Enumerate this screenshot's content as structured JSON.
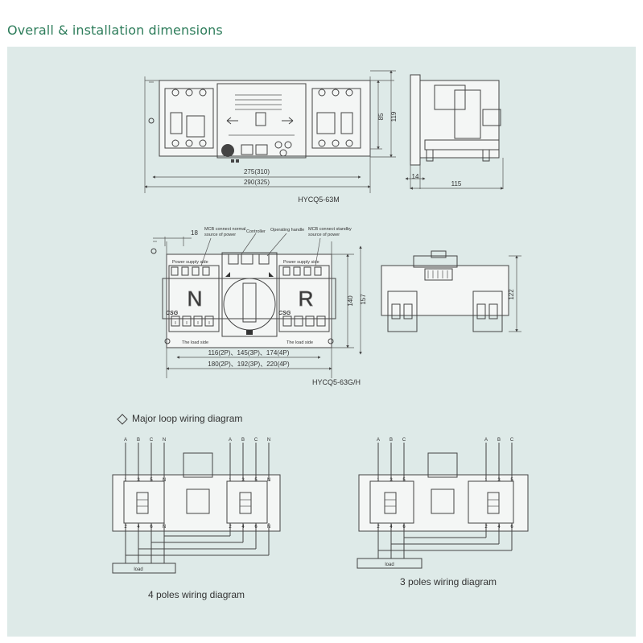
{
  "page": {
    "title": "Overall & installation dimensions"
  },
  "m_model": {
    "dim_width_inner": "275(310)",
    "dim_width_outer": "290(325)",
    "dim_height_85": "85",
    "dim_height_119": "119",
    "dim_side_14": "14",
    "dim_side_115": "115",
    "model_label": "HYCQ5-63M"
  },
  "gh_model": {
    "label_mcb_normal": [
      "MCB connect normal",
      "source of power"
    ],
    "label_controller": "Controller",
    "label_operating_handle": "Operating handle",
    "label_mcb_standby": [
      "MCB connect standby",
      "source of power"
    ],
    "label_power_supply_left": "Power supply side",
    "label_power_supply_right": "Power supply side",
    "letter_n": "N",
    "letter_r": "R",
    "brand": "CSG",
    "label_load_side": "The load side",
    "dim_18": "18",
    "dim_140": "140",
    "dim_157": "157",
    "dim_122": "122",
    "dim_width_inner": "116(2P)、145(3P)、174(4P)",
    "dim_width_outer": "180(2P)、192(3P)、220(4P)",
    "model_label": "HYCQ5-63G/H"
  },
  "wiring": {
    "section_title": "Major loop wiring diagram",
    "four_pole": {
      "phases": [
        "A",
        "B",
        "C",
        "N"
      ],
      "top_terminals": [
        "1",
        "3",
        "5",
        "N"
      ],
      "bottom_terminals": [
        "2",
        "4",
        "6",
        "N"
      ],
      "load_label": "load",
      "caption": "4 poles wiring diagram"
    },
    "three_pole": {
      "phases": [
        "A",
        "B",
        "C"
      ],
      "top_terminals": [
        "1",
        "3",
        "5"
      ],
      "bottom_terminals": [
        "2",
        "4",
        "6"
      ],
      "load_label": "load",
      "caption": "3 poles wiring diagram"
    }
  },
  "colors": {
    "title": "#2e7d5b",
    "panel": "#deeae8"
  }
}
